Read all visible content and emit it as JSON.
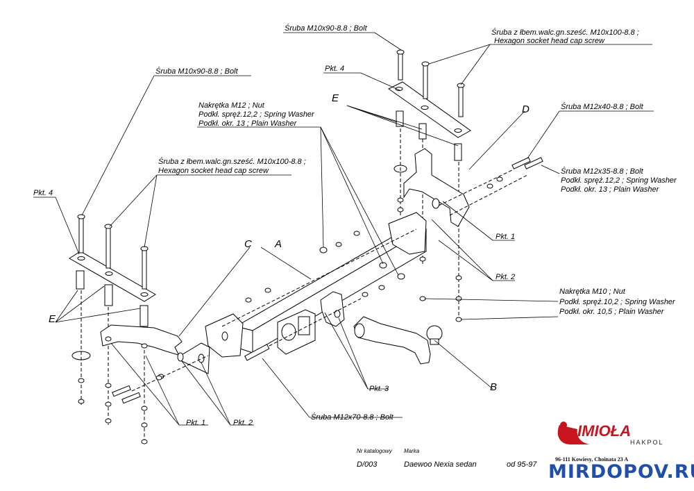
{
  "labels": {
    "bolt_m10x90_right": "Śruba M10x90-8.8 ;  Bolt",
    "bolt_m10x90_left": "Śruba M10x90-8.8 ;  Bolt",
    "hex_right_1": "Śruba z łbem.walc.gn.sześć. M10x100-8.8 ;",
    "hex_right_2": "Hexagon socket head cap screw",
    "hex_left_1": "Śruba z łbem.walc.gn.sześć. M10x100-8.8 ;",
    "hex_left_2": "Hexagon socket head cap screw",
    "nut_m12_1": "Nakrętka  M12 ; Nut",
    "nut_m12_2": "Podkł. spręż.12,2 ; Spring Washer",
    "nut_m12_3": "Podkł. okr. 13 ; Plain Washer",
    "bolt_m12x40": "Śruba M12x40-8.8 ;  Bolt",
    "bolt_m12x35_1": "Śruba M12x35-8.8 ;  Bolt",
    "bolt_m12x35_2": "Podkł. spręż.12,2 ; Spring Washer",
    "bolt_m12x35_3": "Podkł. okr. 13 ; Plain Washer",
    "nut_m10_1": "Nakrętka  M10 ; Nut",
    "nut_m10_2": "Podkł. spręż.10,2 ; Spring Washer",
    "nut_m10_3": "Podkł. okr. 10,5 ; Plain Washer",
    "bolt_m12x70": "Śruba M12x70-8.8 ;  Bolt",
    "pkt4_right": "Pkt. 4",
    "pkt4_left": "Pkt. 4",
    "pkt1_right": "Pkt. 1",
    "pkt2_right": "Pkt. 2",
    "pkt3": "Pkt. 3",
    "pkt1_left": "Pkt. 1",
    "pkt2_left": "Pkt. 2",
    "E_right": "E",
    "E_left": "E",
    "A": "A",
    "B": "B",
    "C": "C",
    "D": "D"
  },
  "title_block": {
    "catalog_header": "Nr katalogowy",
    "make_header": "Marka",
    "catalog_no": "D/003",
    "vehicle": "Daewoo Nexia sedan",
    "years": "od 95-97"
  },
  "logo": {
    "brand": "IMIOŁA",
    "sub": "HAKPOL",
    "address": "96-111 Kowiesy, Choinata 23 A",
    "brand_color": "#c8141e"
  },
  "watermark": {
    "text": "MIRDOPOV.RU",
    "color": "#1f4fa8"
  }
}
